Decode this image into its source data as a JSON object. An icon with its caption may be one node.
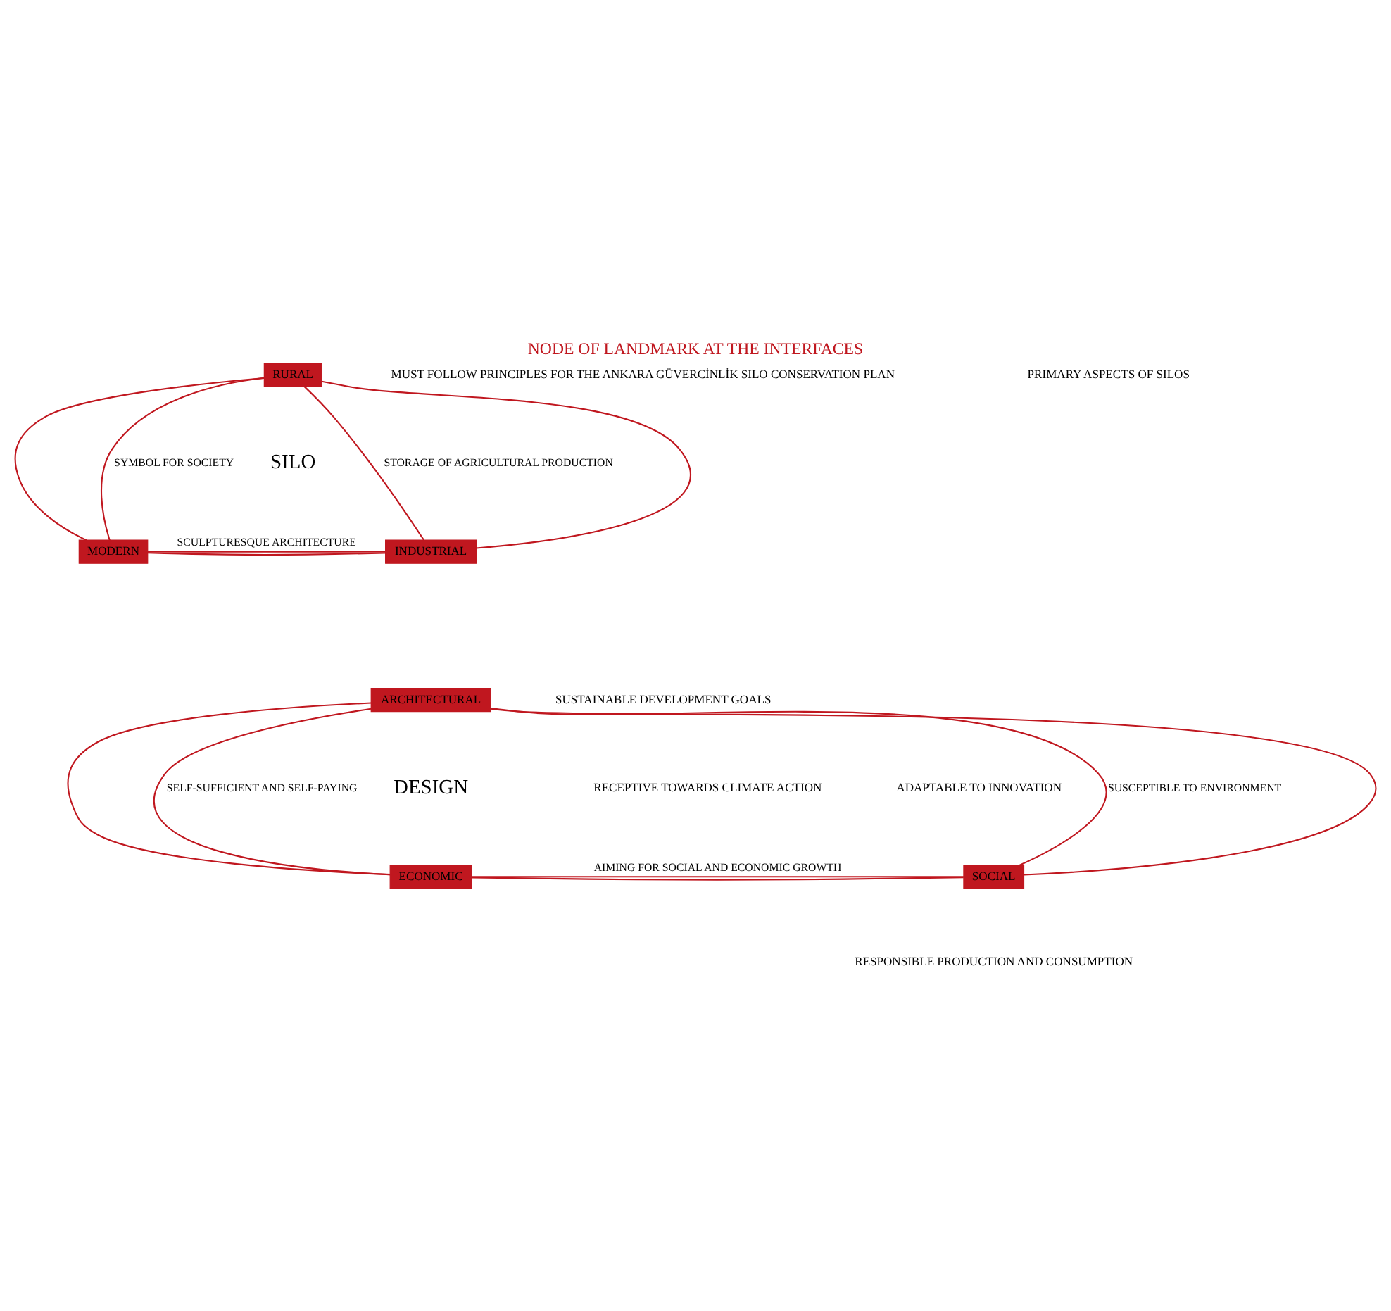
{
  "diagram": {
    "title": "NODE OF LANDMARK AT THE INTERFACES",
    "nodes": [
      {
        "text": [
          "RURAL"
        ]
      },
      {
        "text": [
          "MODERN"
        ]
      },
      {
        "text": [
          "INDUSTRIAL"
        ]
      },
      {
        "text": [
          "ARCHITECTURAL"
        ]
      },
      {
        "text": [
          "ECONOMIC"
        ]
      },
      {
        "text": [
          "SOCIAL"
        ]
      }
    ],
    "edges": [
      {
        "from": 0,
        "to": 1,
        "arrow": "none"
      },
      {
        "from": 0,
        "to": 2,
        "arrow": "none"
      },
      {
        "from": 1,
        "to": 2,
        "arrow": "none"
      },
      {
        "from": 0,
        "to": 1,
        "arrow": "none",
        "label": "SYMBOL FOR SOCIETY"
      },
      {
        "from": 0,
        "to": 2,
        "arrow": "none",
        "label": "STORAGE OF AGRICULTURAL PRODUCTION"
      },
      {
        "from": 1,
        "to": 2,
        "arrow": "none",
        "label": "SCULPTURESQUE ARCHITECTURE"
      },
      {
        "from": 3,
        "to": 4,
        "arrow": "none"
      },
      {
        "from": 3,
        "to": 5,
        "arrow": "none"
      },
      {
        "from": 4,
        "to": 5,
        "arrow": "none"
      },
      {
        "from": 3,
        "to": 4,
        "arrow": "none",
        "label": "SELF-SUFFICIENT AND SELF-PAYING"
      },
      {
        "from": 3,
        "to": 5,
        "arrow": "none",
        "label": "SUSCEPTIBLE TO ENVIRONMENT"
      },
      {
        "from": 4,
        "to": 5,
        "arrow": "none",
        "label": "AIMING FOR SOCIAL AND ECONOMIC GROWTH"
      }
    ],
    "labels": [
      "MUST FOLLOW PRINCIPLES FOR THE ANKARA GÜVERCİNLİK SILO CONSERVATION PLAN",
      "PRIMARY ASPECTS OF SILOS",
      "SILO",
      "SUSTAINABLE DEVELOPMENT GOALS",
      "ADAPTABLE TO INNOVATION",
      "DESIGN",
      "RECEPTIVE TOWARDS CLIMATE ACTION",
      "RESPONSIBLE PRODUCTION AND CONSUMPTION"
    ]
  }
}
